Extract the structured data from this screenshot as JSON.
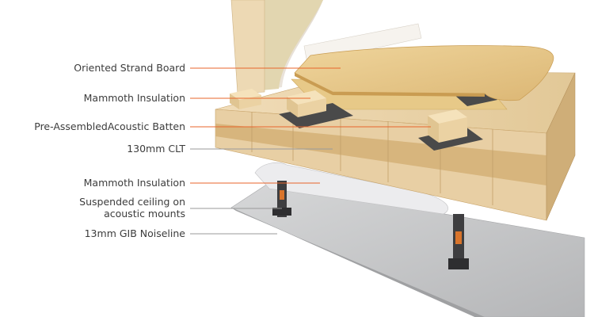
{
  "labels": [
    {
      "id": "oriented-strand-board",
      "text": "Oriented Strand Board",
      "color": "#e8652b"
    },
    {
      "id": "mammoth-insulation-upper",
      "text": "Mammoth Insulation",
      "color": "#e8652b"
    },
    {
      "id": "pre-assembled-acoustic-batten",
      "text": "Pre-AssembledAcoustic Batten",
      "color": "#e8652b"
    },
    {
      "id": "clt-130mm",
      "text": "130mm CLT",
      "color": "#9a9a9a"
    },
    {
      "id": "mammoth-insulation-lower",
      "text": "Mammoth Insulation",
      "color": "#e8652b"
    },
    {
      "id": "suspended-ceiling-line1",
      "text": "Suspended ceiling on",
      "color": "#9a9a9a"
    },
    {
      "id": "suspended-ceiling-line2",
      "text": "acoustic mounts",
      "color": "#9a9a9a"
    },
    {
      "id": "gib-noiseline-13mm",
      "text": "13mm GIB Noiseline",
      "color": "#9a9a9a"
    }
  ],
  "colors": {
    "wood_light": "#ecd6ad",
    "wood_mid": "#dcbb86",
    "wood_dark": "#c9a56c",
    "osb": "#e9c98a",
    "wall": "#f1ebe2",
    "ceiling": "#c9cacb",
    "rubber": "#4a4a4a"
  }
}
